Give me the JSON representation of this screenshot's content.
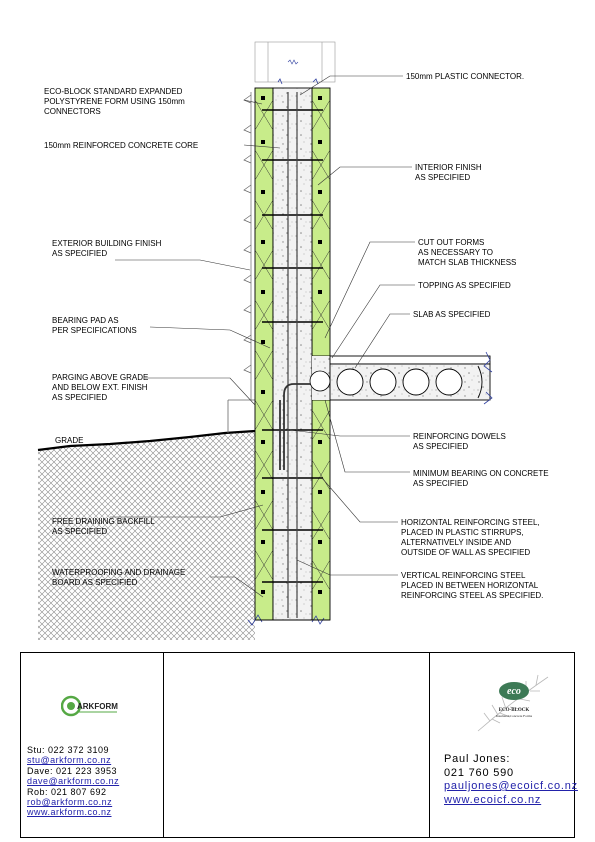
{
  "labels": {
    "eco_block_form": [
      "ECO-BLOCK STANDARD EXPANDED",
      "POLYSTYRENE FORM USING 150mm",
      "CONNECTORS"
    ],
    "concrete_core": [
      "150mm REINFORCED CONCRETE CORE"
    ],
    "exterior_finish": [
      "EXTERIOR BUILDING FINISH",
      "AS SPECIFIED"
    ],
    "bearing_pad": [
      "BEARING PAD AS",
      "PER SPECIFICATIONS"
    ],
    "parging": [
      "PARGING ABOVE GRADE",
      "AND BELOW EXT. FINISH",
      "AS SPECIFIED"
    ],
    "grade": [
      "GRADE"
    ],
    "backfill": [
      "FREE DRAINING BACKFILL",
      "AS SPECIFIED"
    ],
    "waterproofing": [
      "WATERPROOFING AND DRAINAGE",
      "BOARD AS SPECIFIED"
    ],
    "plastic_connector": [
      "150mm PLASTIC CONNECTOR."
    ],
    "interior_finish": [
      "INTERIOR FINISH",
      "AS SPECIFIED"
    ],
    "cut_out_forms": [
      "CUT OUT FORMS",
      "AS NECESSARY TO",
      "MATCH SLAB THICKNESS"
    ],
    "topping": [
      "TOPPING AS SPECIFIED"
    ],
    "slab": [
      "SLAB AS SPECIFIED"
    ],
    "dowels": [
      "REINFORCING DOWELS",
      "AS SPECIFIED"
    ],
    "min_bearing": [
      "MINIMUM BEARING ON CONCRETE",
      "AS SPECIFIED"
    ],
    "horizontal_steel": [
      "HORIZONTAL REINFORCING STEEL,",
      "PLACED IN PLASTIC STIRRUPS,",
      "ALTERNATIVELY INSIDE AND",
      "OUTSIDE OF WALL AS SPECIFIED"
    ],
    "vertical_steel": [
      "VERTICAL REINFORCING STEEL",
      "PLACED IN BETWEEN HORIZONTAL",
      "REINFORCING STEEL AS SPECIFIED."
    ]
  },
  "arkform": {
    "logo_text": "ARKFORM",
    "contacts": [
      {
        "text": "Stu:  022  372  3109",
        "link": false
      },
      {
        "text": "stu@arkform.co.nz",
        "link": true
      },
      {
        "text": "Dave:  021  223  3953",
        "link": false
      },
      {
        "text": "dave@arkform.co.nz",
        "link": true
      },
      {
        "text": "Rob:  021  807  692",
        "link": false
      },
      {
        "text": "rob@arkform.co.nz",
        "link": true
      },
      {
        "text": "www.arkform.co.nz",
        "link": true
      }
    ]
  },
  "eco": {
    "logo_text": "eco",
    "brand": "ECO-BLOCK",
    "tagline": "Insulated Concrete Forms",
    "contacts": [
      {
        "text": "Paul  Jones:",
        "link": false
      },
      {
        "text": "021  760  590",
        "link": false
      },
      {
        "text": "pauljones@ecoicf.co.nz",
        "link": true
      },
      {
        "text": "www.ecoicf.co.nz",
        "link": true
      }
    ]
  },
  "colors": {
    "foam": "#c8ec8a",
    "concrete": "#efefef",
    "rebar": "#555555",
    "eco_logo": "#3d7a56",
    "arkform_green": "#55a844",
    "link": "#2222aa"
  }
}
